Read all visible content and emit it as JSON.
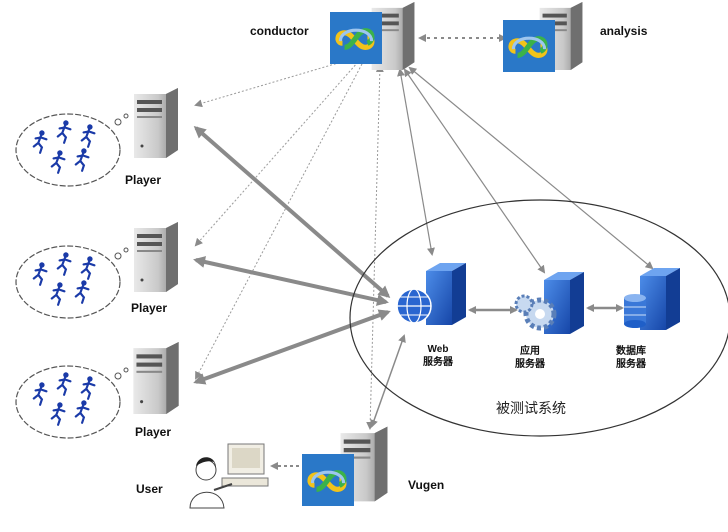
{
  "nodes": {
    "conductor": "conductor",
    "analysis": "analysis",
    "player_1": "Player",
    "player_2": "Player",
    "player_3": "Player",
    "user": "User",
    "vugen": "Vugen",
    "web_server": {
      "line1": "Web",
      "line2": "服务器"
    },
    "app_server": {
      "line1": "应用",
      "line2": "服务器"
    },
    "db_server": {
      "line1": "数据库",
      "line2": "服务器"
    }
  },
  "system_label": "被测试系统",
  "colors": {
    "server_blue": "#1f5fc8",
    "arrow_gray": "#8a8a8a",
    "runner_blue": "#1a3aa8",
    "logo_blue": "#2a78c8",
    "logo_green": "#3bb24a",
    "logo_yellow": "#f2c31a"
  },
  "icons": [
    "tower-server-icon",
    "loadrunner-logo-icon",
    "runner-figures-icon",
    "globe-icon",
    "gear-icon",
    "database-icon",
    "workstation-icon",
    "person-icon"
  ]
}
